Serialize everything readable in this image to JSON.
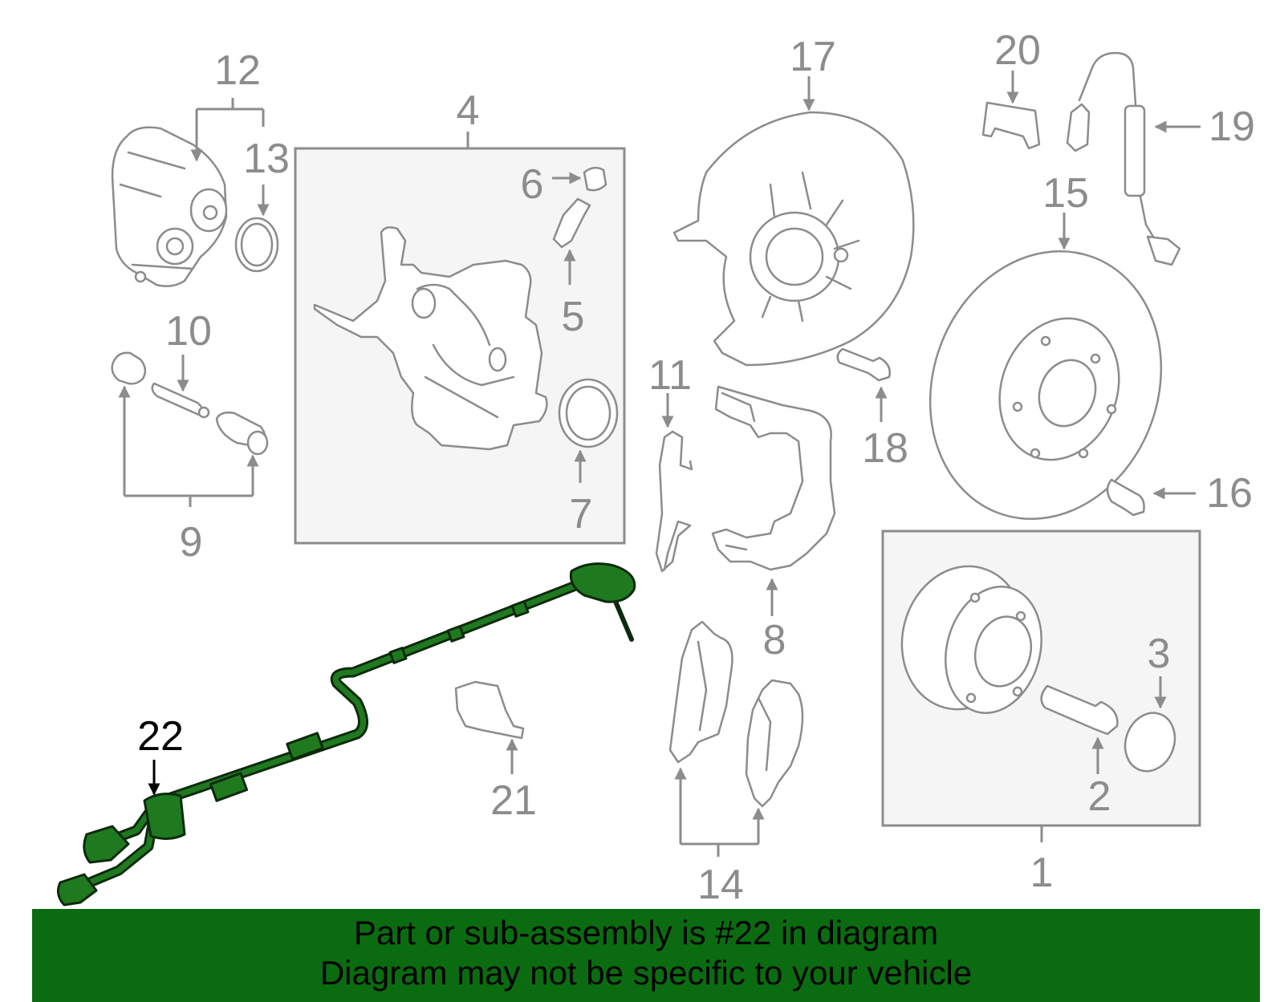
{
  "callouts": {
    "c1": "1",
    "c2": "2",
    "c3": "3",
    "c4": "4",
    "c5": "5",
    "c6": "6",
    "c7": "7",
    "c8": "8",
    "c9": "9",
    "c10": "10",
    "c11": "11",
    "c12": "12",
    "c13": "13",
    "c14": "14",
    "c15": "15",
    "c16": "16",
    "c17": "17",
    "c18": "18",
    "c19": "19",
    "c20": "20",
    "c21": "21",
    "c22": "22"
  },
  "highlighted_part": "22",
  "banner": {
    "line1": "Part or sub-assembly is #22 in diagram",
    "line2": "Diagram may not be specific to your vehicle"
  },
  "colors": {
    "highlight": "#1f7a1f",
    "banner": "#0b6b10",
    "line_art": "#8c8c8c"
  }
}
